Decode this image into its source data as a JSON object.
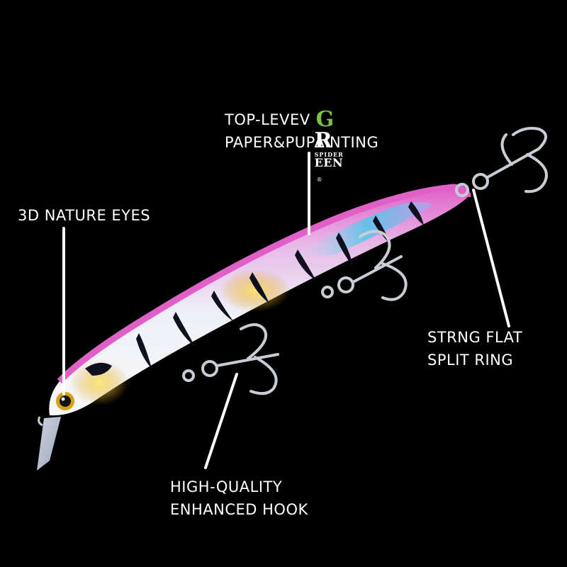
{
  "labels": {
    "eyes": "3D NATURE EYES",
    "paint_line1": "TOP-LEVEV",
    "paint_line2": "PAPER&PUPAINTING",
    "ring_line1": "STRNG FLAT",
    "ring_line2": "SPLIT RING",
    "hook_line1": "HIGH-QUALITY",
    "hook_line2": "ENHANCED HOOK"
  },
  "logo": {
    "g": "G",
    "r": "R",
    "spider": "SPIDER",
    "een": "EEN",
    "reg": "®"
  },
  "colors": {
    "background": "#000000",
    "lure_pink": "#e678d6",
    "lure_white": "#f2f2f7",
    "lure_gold": "#e6b420",
    "lure_blue": "#58c6e8",
    "stripe": "#0e1020",
    "hook_silver": "#c8ccd4",
    "logo_green": "#7cc242",
    "pointer_line": "#ffffff"
  }
}
